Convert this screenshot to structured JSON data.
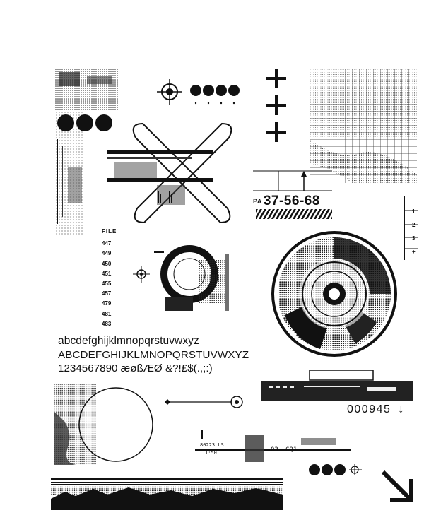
{
  "file_list": {
    "header": "FILE",
    "numbers": [
      "447",
      "449",
      "450",
      "451",
      "455",
      "457",
      "479",
      "481",
      "483"
    ]
  },
  "type_specimen": {
    "lowercase": "abcdefghijklmnopqrstuvwxyz",
    "uppercase": "ABCDEFGHIJKLMNOPQRSTUVWXYZ",
    "digits_symbols": "1234567890 æøßÆØ &?!£$(.,;:)"
  },
  "pa_code": {
    "prefix": "PA",
    "value": "37-56-68"
  },
  "counter": {
    "value": "000945",
    "arrow": "↓"
  },
  "scale": {
    "labels": [
      "1",
      "2",
      "3",
      "+"
    ]
  },
  "small_tags": {
    "code": "80223 LS",
    "ratio": "1:50",
    "fragment_a": "03",
    "fragment_b": "CQ1"
  },
  "colors": {
    "ink": "#111111",
    "paper": "#ffffff",
    "halftone": "#555555"
  },
  "icons": [
    "crosshair-icon",
    "plus-icon",
    "x-shape-icon",
    "dial-icon",
    "arrow-down-right-icon",
    "target-icon"
  ]
}
